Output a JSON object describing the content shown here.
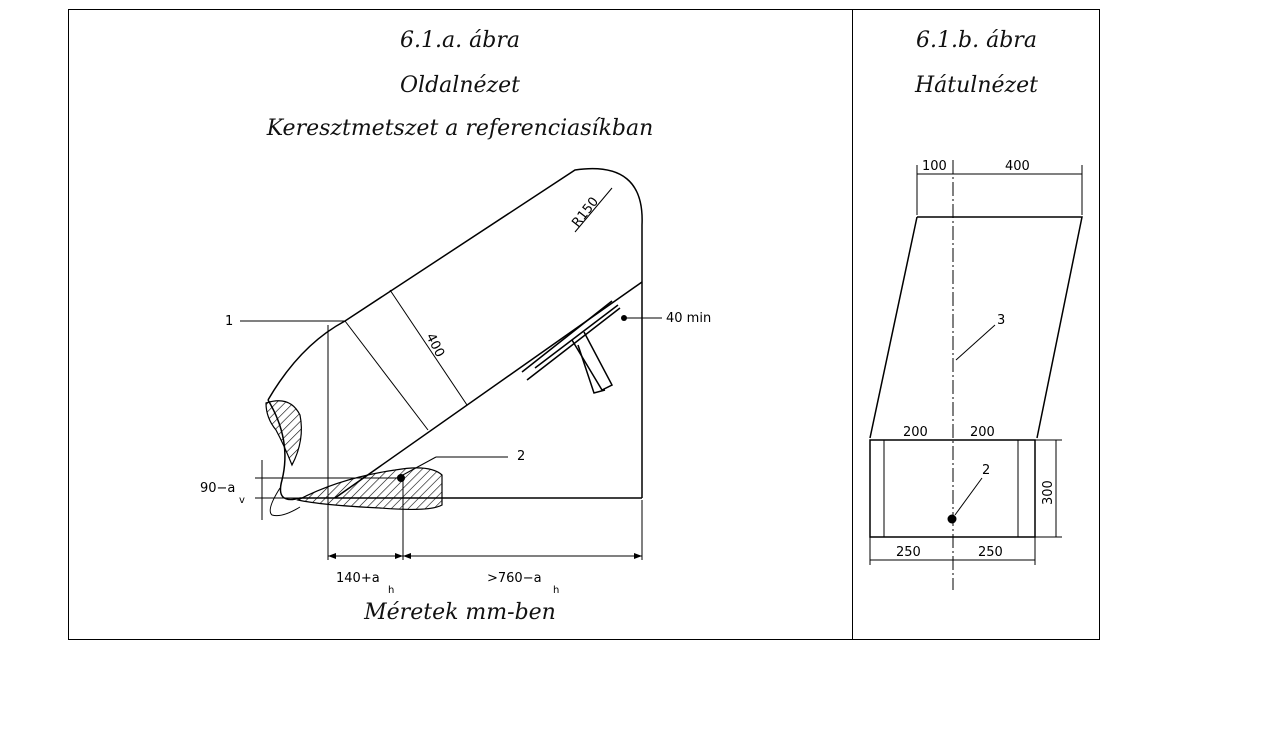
{
  "figure_a": {
    "title": "6.1.a. ábra",
    "view": "Oldalnézet",
    "section": "Keresztmetszet a referenciasíkban",
    "units_note": "Méretek mm-ben",
    "callout_1": "1",
    "callout_2": "2",
    "dim_radius": "R150",
    "dim_400": "400",
    "dim_40": "40 min",
    "dim_vertical": "90−a",
    "dim_vertical_sub": "v",
    "dim_h1": "140+a",
    "dim_h1_sub": "h",
    "dim_h2": ">760−a",
    "dim_h2_sub": "h"
  },
  "figure_b": {
    "title": "6.1.b. ábra",
    "view": "Hátulnézet",
    "dim_100": "100",
    "dim_400": "400",
    "callout_3": "3",
    "callout_2": "2",
    "dim_200_left": "200",
    "dim_200_right": "200",
    "dim_300": "300",
    "dim_250_left": "250",
    "dim_250_right": "250"
  }
}
